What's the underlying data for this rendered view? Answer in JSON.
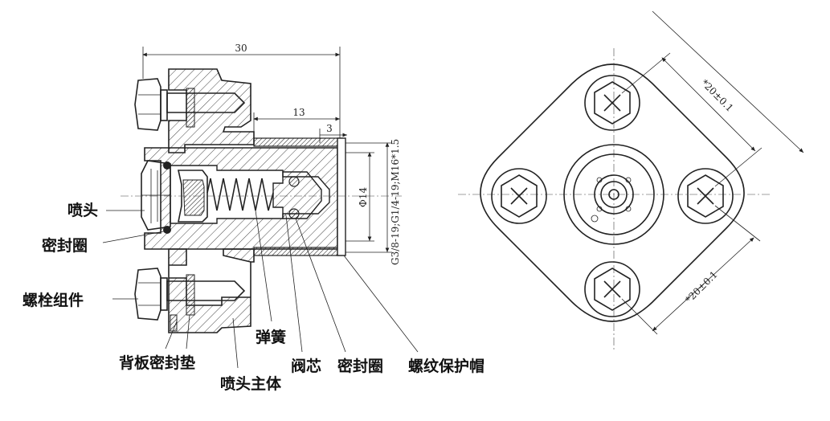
{
  "labels": {
    "nozzle": "喷头",
    "seal_ring": "密封圈",
    "bolt_assembly": "螺栓组件",
    "back_plate_gasket": "背板密封垫",
    "nozzle_body": "喷头主体",
    "spring": "弹簧",
    "valve_core": "阀芯",
    "seal_ring_2": "密封圈",
    "thread_cap": "螺纹保护帽"
  },
  "dimensions": {
    "overall_length": "30",
    "cap_length": "13",
    "cap_lip": "3",
    "diameter": "Φ14",
    "thread_spec": "G3/8-19;G1/4-19;M16*1.5",
    "bolt_spacing_1": "*20±0.1",
    "bolt_spacing_2": "*20±0.1"
  }
}
